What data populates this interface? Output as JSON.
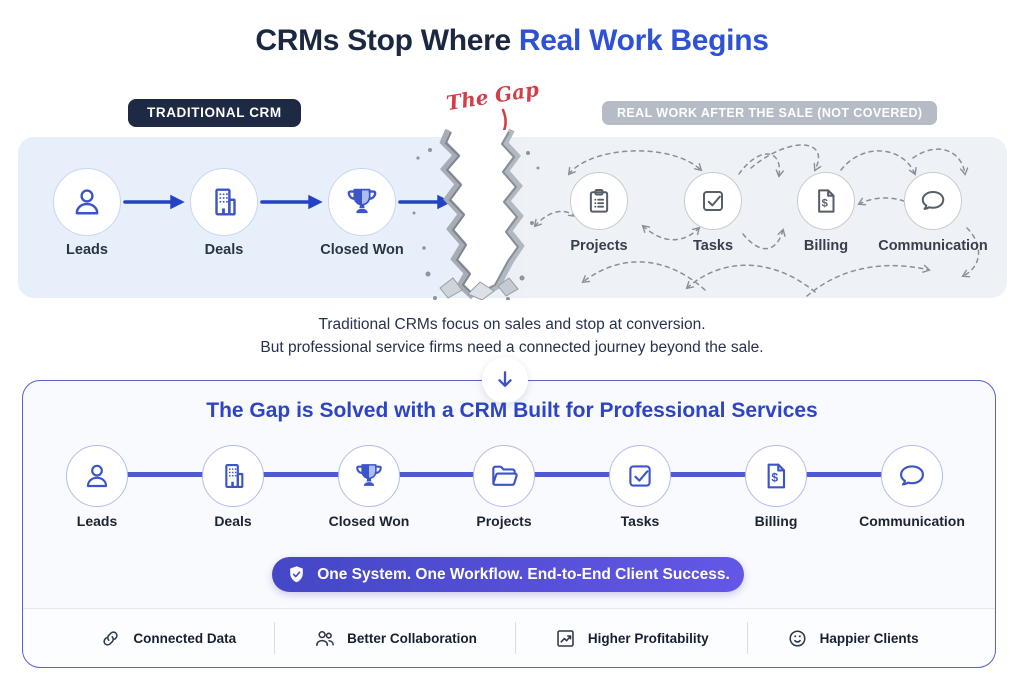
{
  "title": {
    "prefix": "CRMs Stop Where",
    "highlight": "Real Work Begins"
  },
  "badges": {
    "traditional_crm": "TRADITIONAL CRM",
    "the_gap": "The Gap",
    "real_work": "REAL WORK AFTER THE SALE (NOT COVERED)"
  },
  "traditional_flow": {
    "steps": [
      {
        "label": "Leads",
        "icon": "person-icon"
      },
      {
        "label": "Deals",
        "icon": "building-icon"
      },
      {
        "label": "Closed Won",
        "icon": "trophy-icon"
      }
    ]
  },
  "after_sale_chaos": {
    "steps": [
      {
        "label": "Projects",
        "icon": "clipboard-icon"
      },
      {
        "label": "Tasks",
        "icon": "checkbox-icon"
      },
      {
        "label": "Billing",
        "icon": "invoice-icon"
      },
      {
        "label": "Communication",
        "icon": "chat-bubble-icon"
      }
    ]
  },
  "middle_text": {
    "line1": "Traditional CRMs focus on sales and stop at conversion.",
    "line2": "But professional service firms need a connected journey beyond the sale."
  },
  "solution": {
    "title": "The Gap is Solved with a CRM Built for Professional Services",
    "steps": [
      {
        "label": "Leads",
        "icon": "person-icon"
      },
      {
        "label": "Deals",
        "icon": "building-icon"
      },
      {
        "label": "Closed Won",
        "icon": "trophy-icon"
      },
      {
        "label": "Projects",
        "icon": "folder-icon"
      },
      {
        "label": "Tasks",
        "icon": "checkbox-icon"
      },
      {
        "label": "Billing",
        "icon": "invoice-icon"
      },
      {
        "label": "Communication",
        "icon": "chat-bubble-icon"
      }
    ],
    "banner": {
      "icon": "shield-check-icon",
      "text": "One System. One Workflow. End-to-End Client Success."
    },
    "benefits": [
      {
        "label": "Connected Data",
        "icon": "link-icon"
      },
      {
        "label": "Better Collaboration",
        "icon": "people-icon"
      },
      {
        "label": "Higher Profitability",
        "icon": "chart-up-icon"
      },
      {
        "label": "Happier Clients",
        "icon": "smiley-icon"
      }
    ]
  },
  "colors": {
    "accent_blue": "#2f51d6",
    "dark_navy": "#1e2a44",
    "badge_gray": "#b6bcc5",
    "gap_red": "#d23f4b",
    "band_left_bg": "#e7effa",
    "band_right_bg": "#eef1f5",
    "flow_blue": "#2342c6",
    "panel_border": "#5a63c9",
    "connector_purple": "#4f59d0",
    "banner_gradient_start": "#4447c6",
    "banner_gradient_end": "#6457e6"
  }
}
